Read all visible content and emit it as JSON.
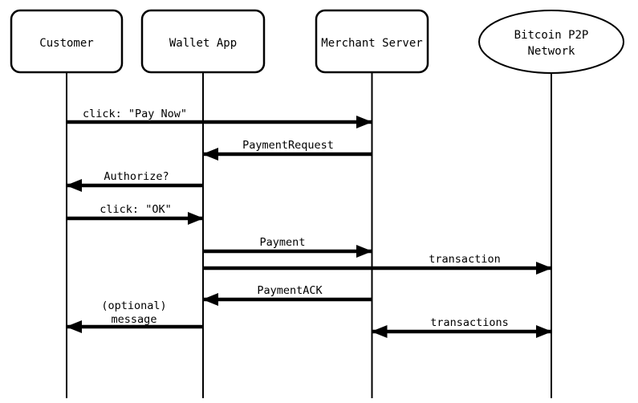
{
  "diagram": {
    "type": "sequence-diagram",
    "background_color": "#ffffff",
    "line_color": "#000000",
    "participants": [
      {
        "id": "customer",
        "label": "Customer",
        "shape": "rounded-rect"
      },
      {
        "id": "wallet-app",
        "label": "Wallet App",
        "shape": "rounded-rect"
      },
      {
        "id": "merchant-server",
        "label": "Merchant Server",
        "shape": "rounded-rect"
      },
      {
        "id": "bitcoin-p2p-network",
        "label": "Bitcoin P2P Network",
        "shape": "ellipse",
        "lines": [
          "Bitcoin P2P",
          "Network"
        ]
      }
    ],
    "messages": [
      {
        "from": "Customer",
        "to": "Merchant Server",
        "label": "click: \"Pay Now\"",
        "direction": "right"
      },
      {
        "from": "Merchant Server",
        "to": "Wallet App",
        "label": "PaymentRequest",
        "direction": "left"
      },
      {
        "from": "Wallet App",
        "to": "Customer",
        "label": "Authorize?",
        "direction": "left"
      },
      {
        "from": "Customer",
        "to": "Wallet App",
        "label": "click: \"OK\"",
        "direction": "right"
      },
      {
        "from": "Wallet App",
        "to": "Merchant Server",
        "label": "Payment",
        "direction": "right"
      },
      {
        "from": "Wallet App",
        "to": "Bitcoin P2P Network",
        "label": "transaction",
        "direction": "right"
      },
      {
        "from": "Merchant Server",
        "to": "Wallet App",
        "label": "PaymentACK",
        "direction": "left"
      },
      {
        "from": "Wallet App",
        "to": "Customer",
        "label": "(optional) message",
        "direction": "left",
        "lines": [
          "(optional)",
          "message"
        ]
      },
      {
        "from": "Merchant Server",
        "to": "Bitcoin P2P Network",
        "label": "transactions",
        "direction": "both"
      }
    ]
  }
}
